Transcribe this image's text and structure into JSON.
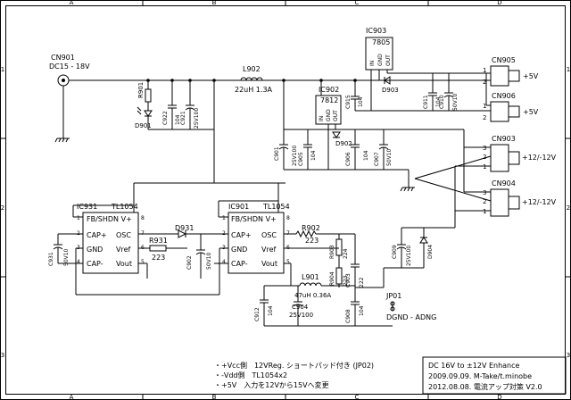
{
  "frame": {
    "col_labels": [
      "A",
      "B",
      "C",
      "D"
    ],
    "row_labels": [
      "1",
      "2",
      "3"
    ]
  },
  "input": {
    "ref": "CN901",
    "desc": "DC15 - 18V"
  },
  "inductor_main": {
    "ref": "L902",
    "value": "22uH 1.3A"
  },
  "led": {
    "res": "R901",
    "diode": "D901"
  },
  "caps_input": [
    {
      "ref": "C922",
      "value": "104"
    },
    {
      "ref": "C921",
      "value": "25V100"
    }
  ],
  "reg5v": {
    "ref": "IC903",
    "part": "7805",
    "pins": [
      "IN",
      "GND",
      "OUT"
    ],
    "diode": "D903"
  },
  "reg12": {
    "ref": "IC902",
    "part": "7812",
    "pins": [
      "IN",
      "GND",
      "OUT"
    ],
    "diode": "D902"
  },
  "caps_5v": [
    {
      "ref": "C915",
      "value": "104"
    },
    {
      "ref": "C911",
      "value": "104"
    },
    {
      "ref": "C910",
      "value": "50V10"
    }
  ],
  "caps_12": [
    {
      "ref": "C901",
      "value": "25V100"
    },
    {
      "ref": "C905",
      "value": "104"
    },
    {
      "ref": "C906",
      "value": "104"
    },
    {
      "ref": "C907",
      "value": "50V10"
    }
  ],
  "connectors": [
    {
      "ref": "CN905",
      "label": "+5V",
      "pins": [
        "1",
        "2"
      ]
    },
    {
      "ref": "CN906",
      "label": "+5V",
      "pins": [
        "1",
        "2"
      ]
    },
    {
      "ref": "CN903",
      "label": "+12/-12V",
      "pins": [
        "3",
        "2",
        "1"
      ]
    },
    {
      "ref": "CN904",
      "label": "+12/-12V",
      "pins": [
        "3",
        "2",
        "1"
      ]
    }
  ],
  "ic931": {
    "ref": "IC931",
    "part": "TL1054",
    "top": "FB/SHDN V+",
    "left": [
      "CAP+",
      "GND",
      "CAP-"
    ],
    "right": [
      "OSC",
      "Vref",
      "Vout"
    ],
    "pins_left": [
      "1",
      "2",
      "3",
      "4"
    ],
    "pins_right": [
      "8",
      "7",
      "6",
      "5"
    ]
  },
  "ic901": {
    "ref": "IC901",
    "part": "TL1054",
    "top": "FB/SHDN V+",
    "left": [
      "CAP+",
      "GND",
      "CAP-"
    ],
    "right": [
      "OSC",
      "Vref",
      "Vout"
    ],
    "pins_left": [
      "1",
      "2",
      "3",
      "4"
    ],
    "pins_right": [
      "8",
      "7",
      "6",
      "5"
    ]
  },
  "neg_parts": [
    {
      "ref": "C931",
      "value": "50V10"
    },
    {
      "ref": "D931",
      "value": ""
    },
    {
      "ref": "R931",
      "value": "223"
    },
    {
      "ref": "C902",
      "value": "50V10"
    },
    {
      "ref": "R902",
      "value": "223"
    },
    {
      "ref": "R903",
      "value": "224"
    },
    {
      "ref": "R904",
      "value": "223"
    },
    {
      "ref": "C903",
      "value": "222"
    },
    {
      "ref": "L901",
      "value": "47uH 0.36A"
    },
    {
      "ref": "C912",
      "value": "104"
    },
    {
      "ref": "C904",
      "value": "25V100"
    },
    {
      "ref": "C908",
      "value": "104"
    },
    {
      "ref": "C909",
      "value": "25V100"
    },
    {
      "ref": "D904",
      "value": ""
    }
  ],
  "jumper": {
    "ref": "JP01",
    "label": "DGND - ADNG"
  },
  "notes": [
    "・+Vcc側　12VReg. ショートパッド付き (JP02)",
    "・-Vdd側　TL1054x2",
    "・+5V　入力を12Vから15Vへ変更"
  ],
  "title_block": {
    "title": "DC 16V to ±12V  Enhance",
    "line2": "2009.09.09. M-Take/t.minobe",
    "line3": "2012.08.08. 電流アップ対策  V2.0"
  }
}
